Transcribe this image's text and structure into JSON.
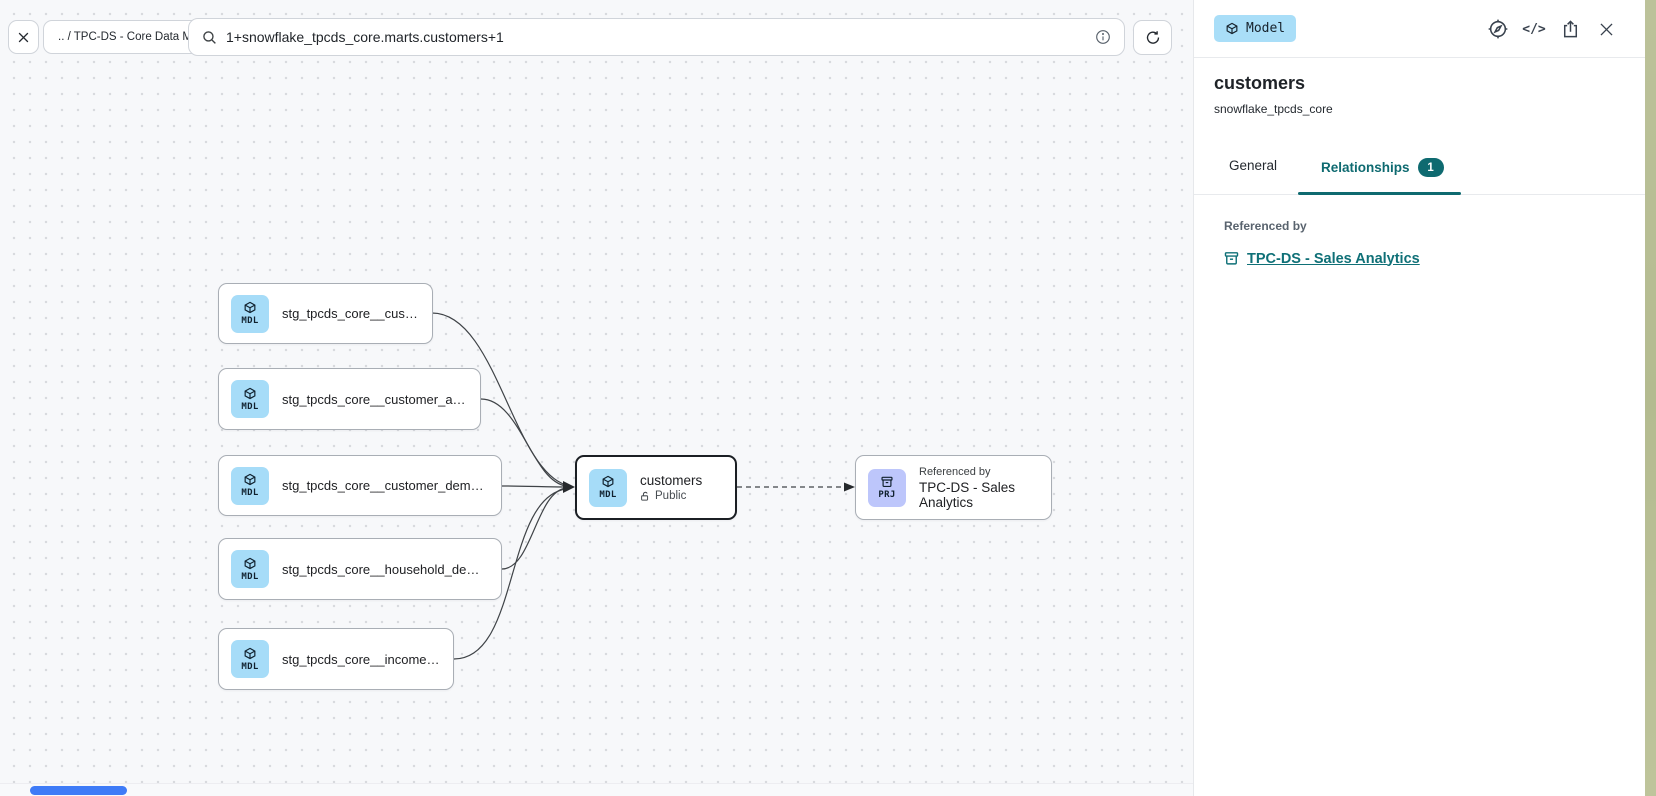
{
  "toolbar": {
    "breadcrumb": ".. / TPC-DS - Core Data Models",
    "search_value": "1+snowflake_tpcds_core.marts.customers+1"
  },
  "canvas": {
    "upstream_nodes": [
      {
        "badge": "MDL",
        "label": "stg_tpcds_core__customer"
      },
      {
        "badge": "MDL",
        "label": "stg_tpcds_core__customer_address"
      },
      {
        "badge": "MDL",
        "label": "stg_tpcds_core__customer_demogra…"
      },
      {
        "badge": "MDL",
        "label": "stg_tpcds_core__household_demogr…"
      },
      {
        "badge": "MDL",
        "label": "stg_tpcds_core__income_band"
      }
    ],
    "selected_node": {
      "badge": "MDL",
      "title": "customers",
      "visibility": "Public"
    },
    "project_node": {
      "badge": "PRJ",
      "caption": "Referenced by",
      "title": "TPC-DS - Sales Analytics"
    }
  },
  "panel": {
    "type_badge": "Model",
    "code_icon_label": "</>",
    "title": "customers",
    "subtitle": "snowflake_tpcds_core",
    "tabs": {
      "general": "General",
      "relationships": "Relationships",
      "relationships_count": "1"
    },
    "section_label": "Referenced by",
    "reference_link": "TPC-DS - Sales Analytics"
  },
  "colors": {
    "teal_accent": "#0e6a70",
    "model_icon_bg": "#a6dcf8",
    "project_icon_bg": "#bdc6fb",
    "type_badge_bg": "#a9def8",
    "scrollbar_thumb": "#3e7bf7",
    "canvas_bg": "#f7f8fa",
    "selected_border": "#1b1f24"
  }
}
